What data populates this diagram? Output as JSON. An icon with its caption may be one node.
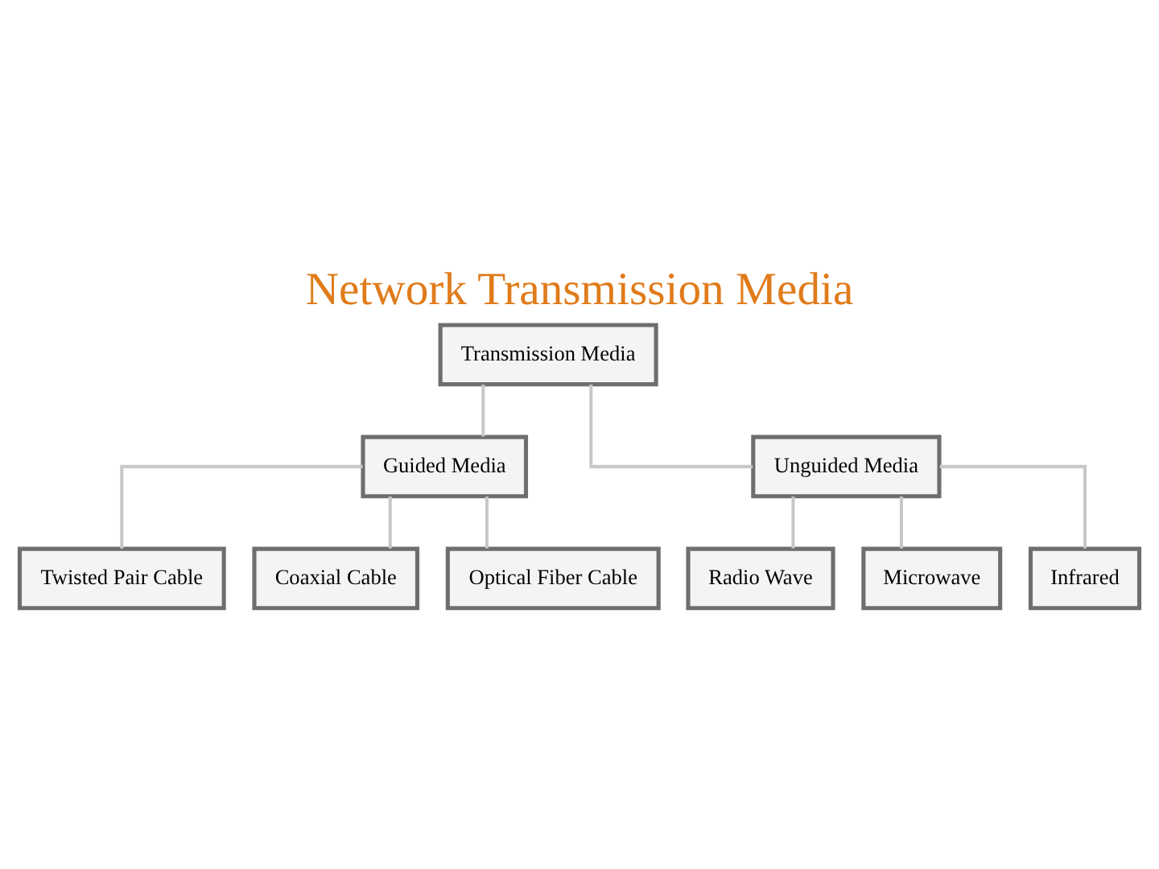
{
  "diagram": {
    "title": "Network Transmission Media",
    "nodes": [
      {
        "text": [
          "Transmission Media"
        ]
      },
      {
        "text": [
          "Guided Media"
        ]
      },
      {
        "text": [
          "Unguided Media"
        ]
      },
      {
        "text": [
          "Twisted Pair Cable"
        ]
      },
      {
        "text": [
          "Coaxial Cable"
        ]
      },
      {
        "text": [
          "Optical Fiber Cable"
        ]
      },
      {
        "text": [
          "Radio Wave"
        ]
      },
      {
        "text": [
          "Microwave"
        ]
      },
      {
        "text": [
          "Infrared"
        ]
      }
    ],
    "edges": [
      {
        "from": 0,
        "to": 1,
        "arrow": "none"
      },
      {
        "from": 0,
        "to": 2,
        "arrow": "none"
      },
      {
        "from": 1,
        "to": 3,
        "arrow": "none"
      },
      {
        "from": 1,
        "to": 4,
        "arrow": "none"
      },
      {
        "from": 1,
        "to": 5,
        "arrow": "none"
      },
      {
        "from": 2,
        "to": 6,
        "arrow": "none"
      },
      {
        "from": 2,
        "to": 7,
        "arrow": "none"
      },
      {
        "from": 2,
        "to": 8,
        "arrow": "none"
      }
    ]
  }
}
